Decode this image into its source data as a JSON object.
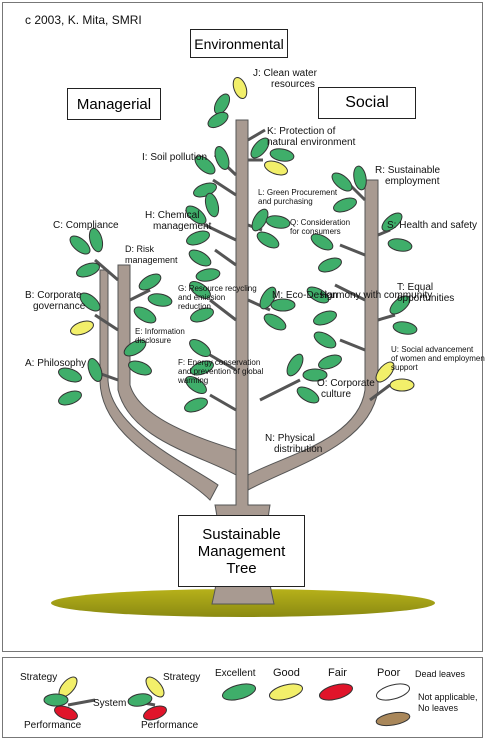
{
  "copyright": "c 2003, K. Mita, SMRI",
  "sections": {
    "environmental": "Environmental",
    "managerial": "Managerial",
    "social": "Social"
  },
  "trunk_label": [
    "Sustainable",
    "Management",
    "Tree"
  ],
  "labels": {
    "j": [
      "J: Clean water",
      "resources"
    ],
    "k": [
      "K: Protection of",
      "natural environment"
    ],
    "i": "I: Soil pollution",
    "r": [
      "R: Sustainable",
      "employment"
    ],
    "l": [
      "L: Green Procurement",
      "and purchasing"
    ],
    "h": [
      "H: Chemical",
      "management"
    ],
    "q": [
      "Q: Consideration",
      "for consumers"
    ],
    "c": "C: Compliance",
    "s": "S: Health and safety",
    "d": [
      "D: Risk",
      "management"
    ],
    "g": [
      "G: Resource recycling",
      "and emission",
      "reduction"
    ],
    "t": [
      "T: Equal",
      "opportunities"
    ],
    "b": [
      "B: Corporate",
      "governance"
    ],
    "m": "M: Eco-Design",
    "harmony": "Harmony with community",
    "e": [
      "E: Information",
      "disclosure"
    ],
    "u": [
      "U: Social advancement",
      "of women and employment",
      "support"
    ],
    "a": "A: Philosophy",
    "f": [
      "F: Energy conservation",
      "and prevention of global",
      "warming"
    ],
    "o": [
      "O: Corporate",
      "culture"
    ],
    "n": [
      "N: Physical",
      "distribution"
    ]
  },
  "legend": {
    "strategy_1": "Strategy",
    "performance_1": "Performance",
    "system": "System",
    "strategy_2": "Strategy",
    "performance_2": "Performance",
    "excellent": "Excellent",
    "good": "Good",
    "fair": "Fair",
    "poor": "Poor",
    "dead_leaves": "Dead leaves",
    "not_applicable": [
      "Not applicable,",
      "No leaves"
    ]
  },
  "colors": {
    "excellent": "#3fae6a",
    "good": "#f2ef6a",
    "fair": "#e0142a",
    "poor": "#ffffff",
    "dead": "#a9875a",
    "trunk": "#a89a91",
    "ground": "#9a9a1a"
  }
}
